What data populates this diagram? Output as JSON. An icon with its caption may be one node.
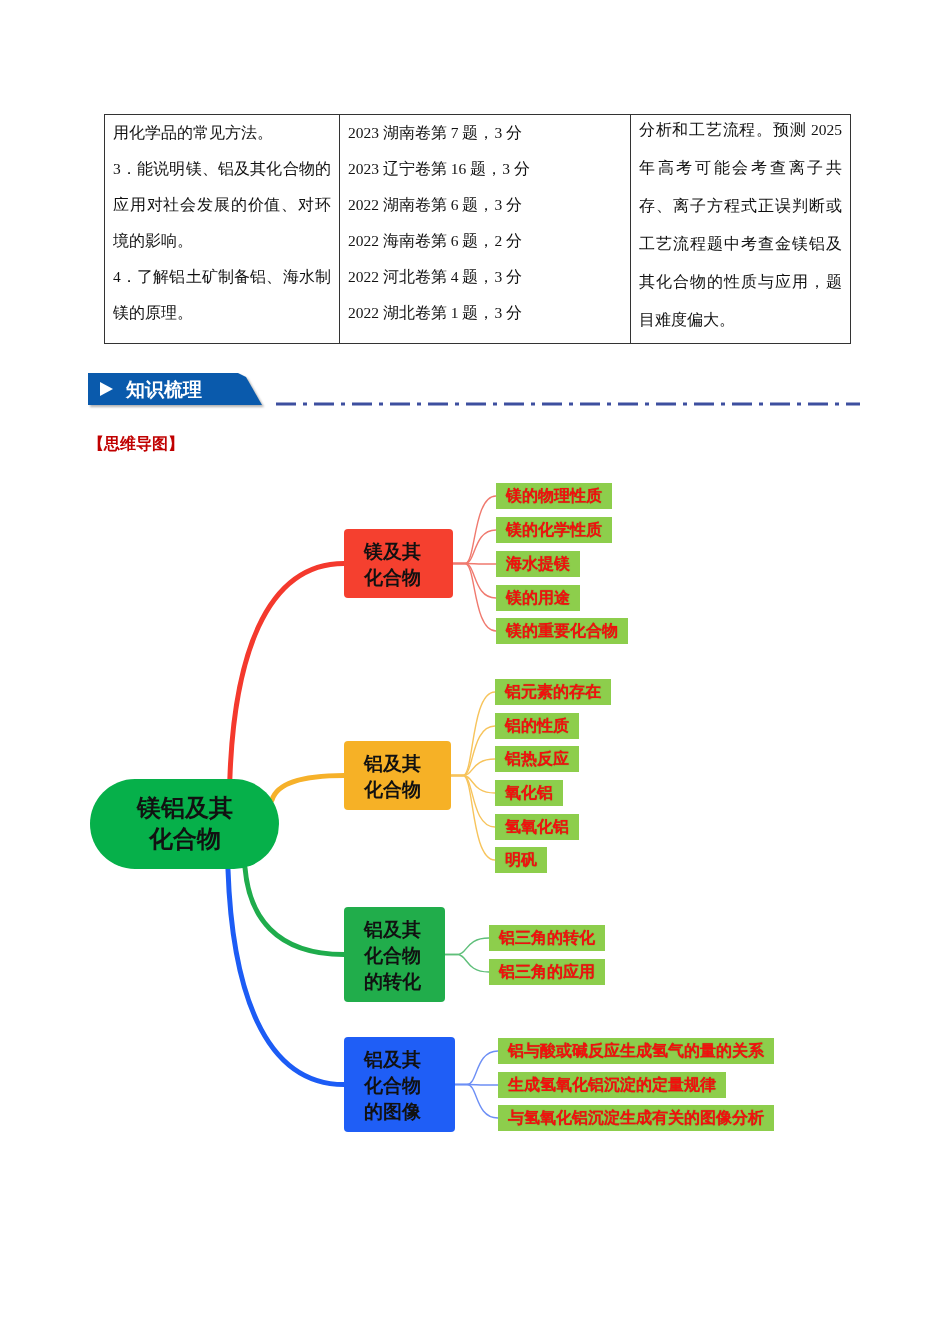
{
  "diagram": {
    "nodes": [
      {
        "text": [
          "镁铝及其化合物"
        ]
      },
      {
        "text": [
          "镁及其化合物"
        ]
      },
      {
        "text": [
          "镁的物理性质"
        ]
      },
      {
        "text": [
          "镁的化学性质"
        ]
      },
      {
        "text": [
          "海水提镁"
        ]
      },
      {
        "text": [
          "镁的用途"
        ]
      },
      {
        "text": [
          "镁的重要化合物"
        ]
      },
      {
        "text": [
          "铝及其化合物"
        ]
      },
      {
        "text": [
          "铝元素的存在"
        ]
      },
      {
        "text": [
          "铝的性质"
        ]
      },
      {
        "text": [
          "铝热反应"
        ]
      },
      {
        "text": [
          "氧化铝"
        ]
      },
      {
        "text": [
          "氢氧化铝"
        ]
      },
      {
        "text": [
          "明矾"
        ]
      },
      {
        "text": [
          "铝及其化合物的转化"
        ]
      },
      {
        "text": [
          "铝三角的转化"
        ]
      },
      {
        "text": [
          "铝三角的应用"
        ]
      },
      {
        "text": [
          "铝及其化合物的图像"
        ]
      },
      {
        "text": [
          "铝与酸或碱反应生成氢气的量的关系"
        ]
      },
      {
        "text": [
          "生成氢氧化铝沉淀的定量规律"
        ]
      },
      {
        "text": [
          "与氢氧化铝沉淀生成有关的图像分析"
        ]
      }
    ],
    "edges": [
      {
        "from": 0,
        "to": 1,
        "arrow": "none",
        "style": "thick",
        "color": "#f4392d"
      },
      {
        "from": 1,
        "to": 2,
        "arrow": "none",
        "color": "#f07a6f"
      },
      {
        "from": 1,
        "to": 3,
        "arrow": "none",
        "color": "#f07a6f"
      },
      {
        "from": 1,
        "to": 4,
        "arrow": "none",
        "color": "#f07a6f"
      },
      {
        "from": 1,
        "to": 5,
        "arrow": "none",
        "color": "#f07a6f"
      },
      {
        "from": 1,
        "to": 6,
        "arrow": "none",
        "color": "#f07a6f"
      },
      {
        "from": 0,
        "to": 7,
        "arrow": "none",
        "style": "thick",
        "color": "#f6b12a"
      },
      {
        "from": 7,
        "to": 8,
        "arrow": "none",
        "color": "#f7c45c"
      },
      {
        "from": 7,
        "to": 9,
        "arrow": "none",
        "color": "#f7c45c"
      },
      {
        "from": 7,
        "to": 10,
        "arrow": "none",
        "color": "#f7c45c"
      },
      {
        "from": 7,
        "to": 11,
        "arrow": "none",
        "color": "#f7c45c"
      },
      {
        "from": 7,
        "to": 12,
        "arrow": "none",
        "color": "#f7c45c"
      },
      {
        "from": 7,
        "to": 13,
        "arrow": "none",
        "color": "#f7c45c"
      },
      {
        "from": 0,
        "to": 14,
        "arrow": "none",
        "style": "thick",
        "color": "#1fac4c"
      },
      {
        "from": 14,
        "to": 15,
        "arrow": "none",
        "color": "#5fbf7a"
      },
      {
        "from": 14,
        "to": 16,
        "arrow": "none",
        "color": "#5fbf7a"
      },
      {
        "from": 0,
        "to": 17,
        "arrow": "none",
        "style": "thick",
        "color": "#1c5cf5"
      },
      {
        "from": 17,
        "to": 18,
        "arrow": "none",
        "color": "#6d8ff5"
      },
      {
        "from": 17,
        "to": 19,
        "arrow": "none",
        "color": "#6d8ff5"
      },
      {
        "from": 17,
        "to": 20,
        "arrow": "none",
        "color": "#6d8ff5"
      }
    ],
    "labels": [
      "用化学品的常见方法。",
      "3．能说明镁、铝及其化合物的应用对社会发展的价值、对环境的影响。",
      "4．了解铝土矿制备铝、海水制镁的原理。",
      "2023 湖南卷第 7 题，3 分",
      "2023 辽宁卷第 16 题，3 分",
      "2022 湖南卷第 6 题，3 分",
      "2022 海南卷第 6 题，2 分",
      "2022 河北卷第 4 题，3 分",
      "2022 湖北卷第 1 题，3 分",
      "分析和工艺流程。预测 2025 年高考可能会考查离子共存、离子方程式正误判断或工艺流程题中考查金镁铝及其化合物的性质与应用，题目难度偏大。",
      "知识梳理",
      "【思维导图】"
    ]
  }
}
